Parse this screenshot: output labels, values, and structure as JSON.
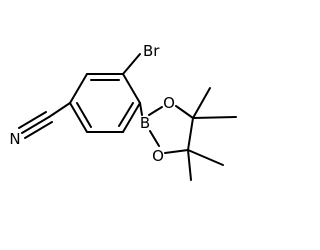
{
  "atoms": {
    "bromine": {
      "label": "Br",
      "color": "#000000"
    },
    "boron": {
      "label": "B",
      "color": "#000000"
    },
    "oxygen_upper": {
      "label": "O",
      "color": "#000000"
    },
    "oxygen_lower": {
      "label": "O",
      "color": "#000000"
    },
    "nitrogen": {
      "label": "N",
      "color": "#000000"
    }
  }
}
